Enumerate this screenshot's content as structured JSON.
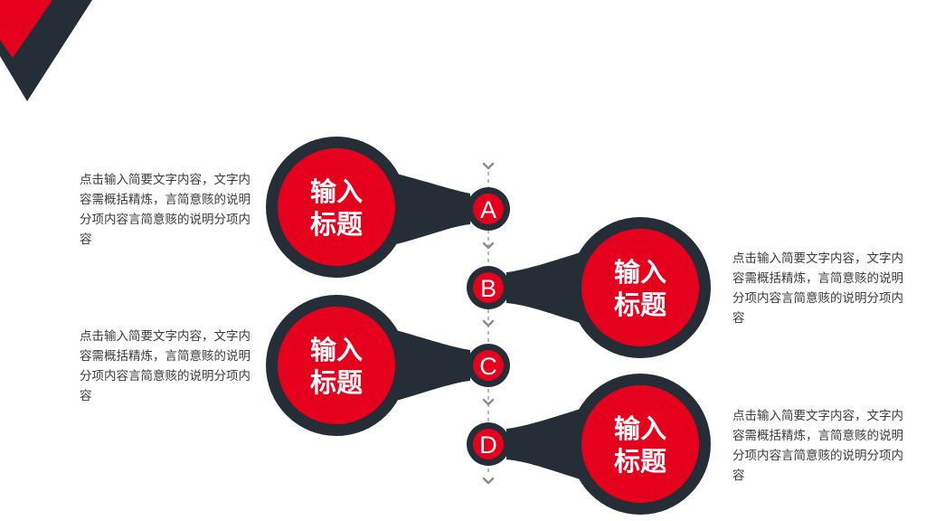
{
  "colors": {
    "accent_red": "#e5001d",
    "dark_navy": "#252d36",
    "connector_gray": "#8c8c8c",
    "text_gray": "#3a3a3a",
    "white": "#ffffff"
  },
  "steps": [
    {
      "letter": "A",
      "title_line1": "输入",
      "title_line2": "标题",
      "description": "点击输入简要文字内容，文字内容需概括精炼，言简意赅的说明分项内容言简意赅的说明分项内容"
    },
    {
      "letter": "B",
      "title_line1": "输入",
      "title_line2": "标题",
      "description": "点击输入简要文字内容，文字内容需概括精炼，言简意赅的说明分项内容言简意赅的说明分项内容"
    },
    {
      "letter": "C",
      "title_line1": "输入",
      "title_line2": "标题",
      "description": "点击输入简要文字内容，文字内容需概括精炼，言简意赅的说明分项内容言简意赅的说明分项内容"
    },
    {
      "letter": "D",
      "title_line1": "输入",
      "title_line2": "标题",
      "description": "点击输入简要文字内容，文字内容需概括精炼，言简意赅的说明分项内容言简意赅的说明分项内容"
    }
  ]
}
